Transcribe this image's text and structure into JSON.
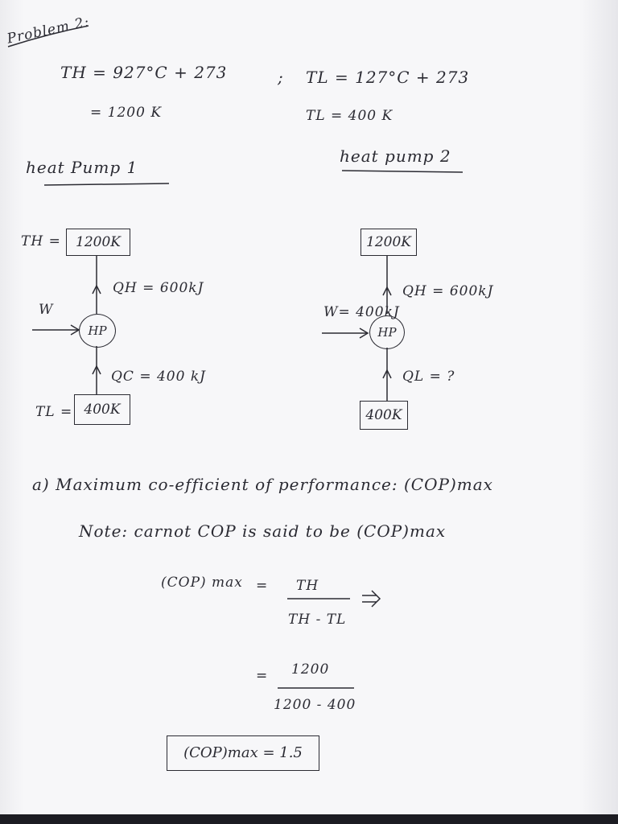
{
  "page": {
    "heading": "Problem 2:",
    "th_equation": "TH = 927°C + 273",
    "separator": ";",
    "tl_equation": "TL = 127°C + 273",
    "th_result": "= 1200 K",
    "tl_result": "TL = 400 K",
    "hp1_title": "heat Pump 1",
    "hp2_title": "heat pump 2"
  },
  "hp1": {
    "th_label": "TH =",
    "hot": "1200K",
    "qh": "QH = 600kJ",
    "w": "W",
    "hp": "HP",
    "qc": "QC = 400 kJ",
    "tl_label": "TL =",
    "cold": "400K"
  },
  "hp2": {
    "hot": "1200K",
    "qh": "QH = 600kJ",
    "w": "W= 400kJ",
    "hp": "HP",
    "qc": "QL = ?",
    "cold": "400K"
  },
  "part_a": {
    "heading": "a) Maximum co-efficient of performance: (COP)max",
    "note": "Note:  carnot COP is said to be (COP)max",
    "lhs": "(COP) max",
    "equals": "=",
    "num1": "TH",
    "den1": "TH - TL",
    "num2": "1200",
    "den2": "1200 - 400",
    "answer": "(COP)max = 1.5"
  }
}
